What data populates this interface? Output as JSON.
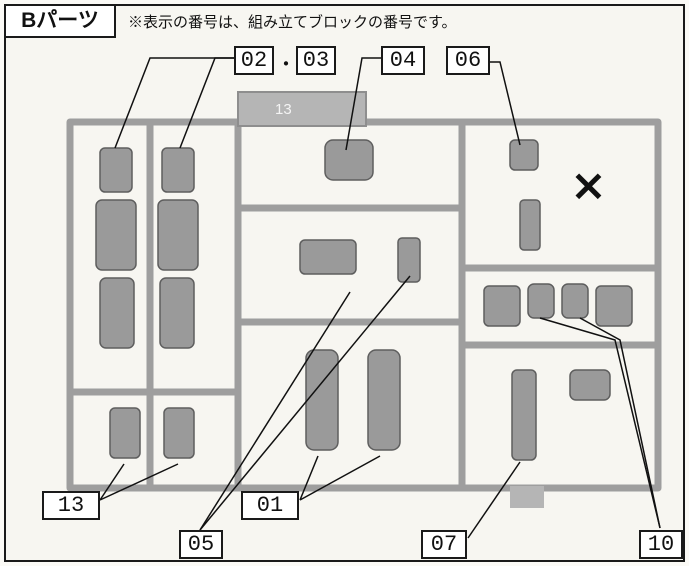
{
  "header": {
    "title": "Bパーツ",
    "note": "※表示の番号は、組み立てブロックの番号です。"
  },
  "runner_number": "13",
  "labels": {
    "l02": "02",
    "separator": "・",
    "l03": "03",
    "l04": "04",
    "l06": "06",
    "l13": "13",
    "l05": "05",
    "l01": "01",
    "l07": "07",
    "l10": "10"
  },
  "excluded_mark": "×",
  "colors": {
    "frame": "#1a1a1a",
    "runner": "#9e9e9e",
    "parts": "#8a8a8a",
    "background": "#f7f6f1"
  }
}
